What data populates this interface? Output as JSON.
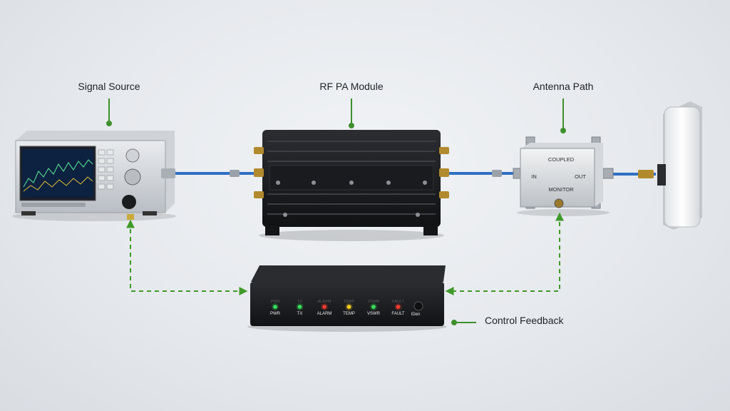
{
  "labels": {
    "signal_source": "Signal Source",
    "rf_pa_module": "RF PA Module",
    "antenna_path": "Antenna Path",
    "control_feedback": "Control Feedback"
  },
  "coupler": {
    "coupled": "COUPLED",
    "in": "IN",
    "out": "OUT",
    "monitor": "MONITOR"
  },
  "indicators": [
    {
      "top": "PWR",
      "bottom": "PWR",
      "color": "#39e35a"
    },
    {
      "top": "TX",
      "bottom": "TX",
      "color": "#39e35a"
    },
    {
      "top": "ALARM",
      "bottom": "ALARM",
      "color": "#ff3b30"
    },
    {
      "top": "TEMP",
      "bottom": "TEMP",
      "color": "#ffd21f"
    },
    {
      "top": "VSWR",
      "bottom": "VSWR",
      "color": "#39e35a"
    },
    {
      "top": "FAULT",
      "bottom": "FAULT",
      "color": "#ff3b30"
    }
  ],
  "control_button": "IDen",
  "colors": {
    "callout_green": "#3f8f2e",
    "cable_blue": "#2f6fc4",
    "dashed_green": "#3f9a2a"
  }
}
